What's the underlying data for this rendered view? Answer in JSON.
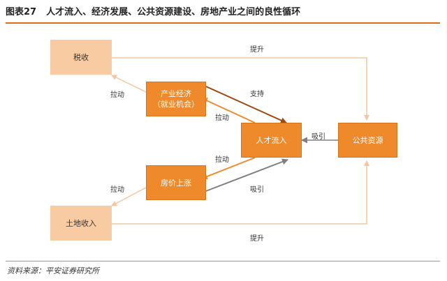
{
  "header": {
    "figure_no": "图表27",
    "title": "人才流入、经济发展、公共资源建设、房地产业之间的良性循环"
  },
  "nodes": {
    "tax": "税收",
    "industry_line1": "产业经济",
    "industry_line2": "（就业机会）",
    "talent": "人才流入",
    "public": "公共资源",
    "housing": "房价上涨",
    "land": "土地收入"
  },
  "edges": {
    "tax_to_public": "提升",
    "industry_to_tax": "拉动",
    "industry_to_talent": "支持",
    "talent_to_industry": "拉动",
    "public_to_talent": "吸引",
    "talent_to_housing": "拉动",
    "housing_to_talent": "吸引",
    "housing_to_land": "拉动",
    "land_to_public": "提升"
  },
  "colors": {
    "accent": "#e56a1a",
    "light_node": "#f9cba2",
    "dark_node": "#ef8a2c",
    "brown_arrow": "#9c4a12",
    "gray_arrow": "#7f7f7f",
    "light_arrow": "#f7c59b"
  },
  "source": "资料来源：平安证券研究所"
}
